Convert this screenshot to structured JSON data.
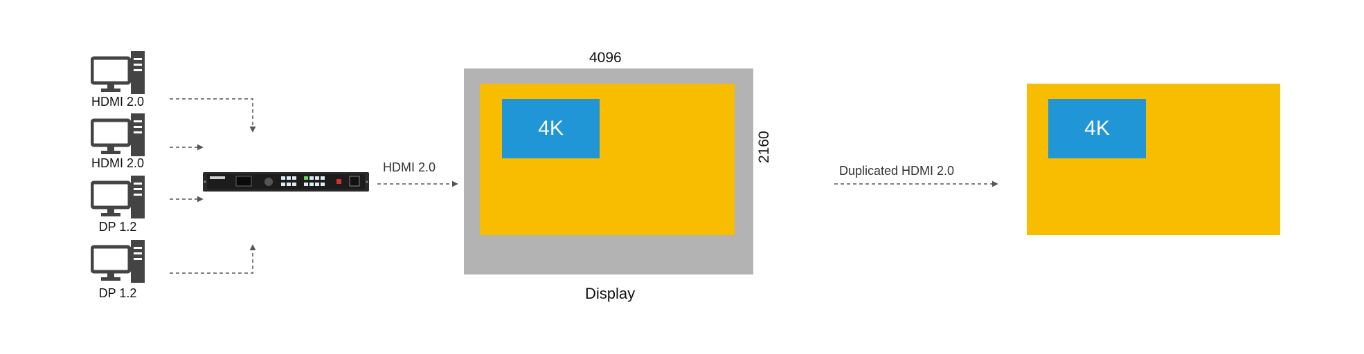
{
  "inputs": [
    {
      "label": "HDMI 2.0"
    },
    {
      "label": "HDMI 2.0"
    },
    {
      "label": "DP 1.2"
    },
    {
      "label": "DP 1.2"
    }
  ],
  "connection_1": "HDMI 2.0",
  "connection_2": "Duplicated HDMI 2.0",
  "display": {
    "width_label": "4096",
    "height_label": "2160",
    "caption": "Display",
    "window_label": "4K"
  },
  "duplicate": {
    "window_label": "4K"
  },
  "colors": {
    "display_frame": "#B3B3B3",
    "layer": "#F8BC00",
    "window": "#2196D6",
    "device_body": "#2a2a2a"
  }
}
